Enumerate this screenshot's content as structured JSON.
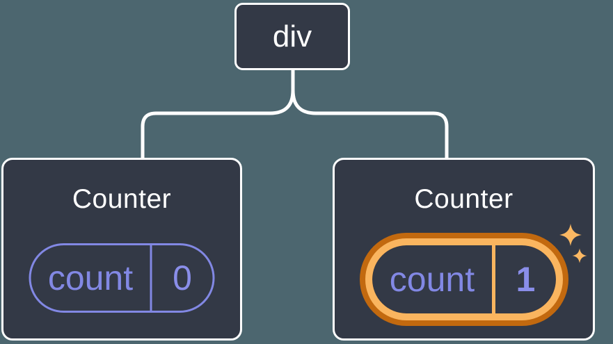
{
  "diagram": {
    "description": "Component tree diagram: a div root element with two Counter children; the second Counter's state pill is highlighted",
    "colors": {
      "background": "#4C666F",
      "node_fill": "#333946",
      "node_border": "#FFFFFF",
      "connector": "#FFFFFF",
      "accent_purple": "#8288E4",
      "highlight_orange_dark": "#C2690F",
      "highlight_orange_light": "#FAB55F",
      "sparkle": "#FBB863",
      "text_primary": "#FFFFFF"
    },
    "root_node": {
      "label": "div"
    },
    "children": [
      {
        "title": "Counter",
        "state_key": "count",
        "state_value": "0",
        "highlighted": false
      },
      {
        "title": "Counter",
        "state_key": "count",
        "state_value": "1",
        "highlighted": true
      }
    ],
    "icons": {
      "sparkles_icon": "two four-point sparkle stars"
    }
  }
}
